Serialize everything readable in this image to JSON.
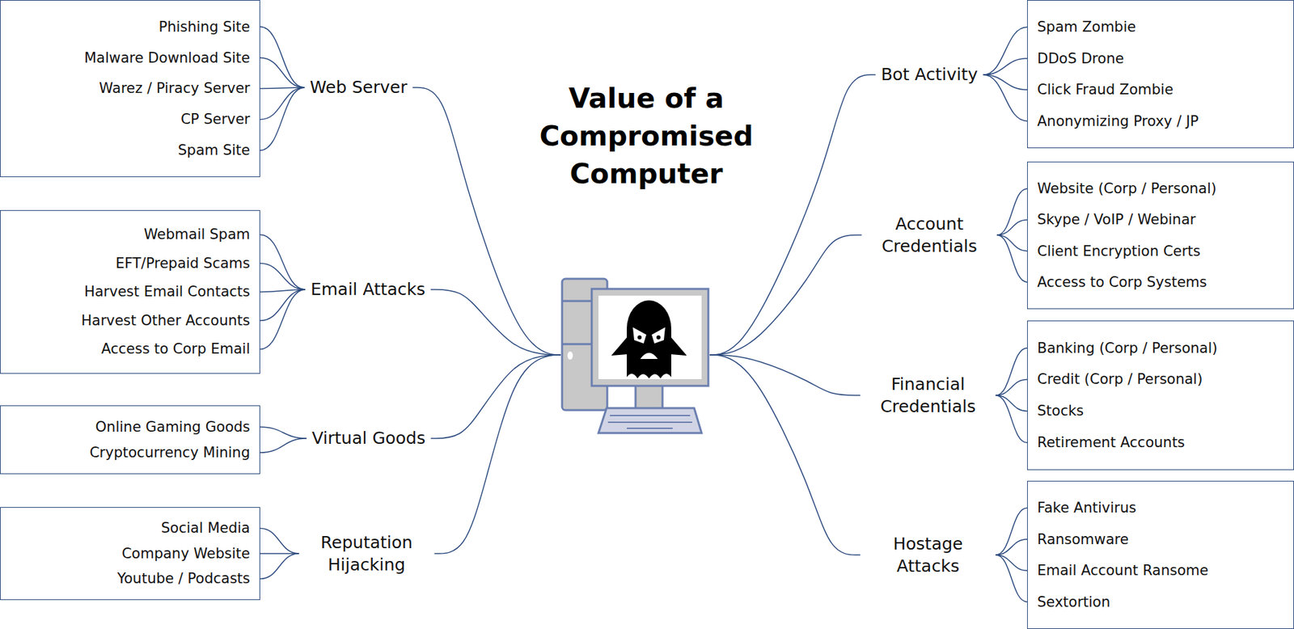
{
  "diagram": {
    "title": "Value of a Compromised Computer",
    "nodes": [
      {
        "text": [
          "Web Server",
          "Phishing Site",
          "Malware Download Site",
          "Warez / Piracy Server",
          "CP Server",
          "Spam Site"
        ]
      },
      {
        "text": [
          "Email Attacks",
          "Webmail Spam",
          "EFT/Prepaid Scams",
          "Harvest Email Contacts",
          "Harvest Other Accounts",
          "Access to Corp Email"
        ]
      },
      {
        "text": [
          "Virtual Goods",
          "Online Gaming Goods",
          "Cryptocurrency Mining"
        ]
      },
      {
        "text": [
          "Reputation Hijacking",
          "Social Media",
          "Company Website",
          "Youtube / Podcasts"
        ]
      },
      {
        "text": [
          "Bot Activity",
          "Spam Zombie",
          "DDoS Drone",
          "Click Fraud Zombie",
          "Anonymizing Proxy / JP"
        ]
      },
      {
        "text": [
          "Account Credentials",
          "Website (Corp / Personal)",
          "Skype / VoIP / Webinar",
          "Client Encryption Certs",
          "Access to Corp Systems"
        ]
      },
      {
        "text": [
          "Financial Credentials",
          "Banking (Corp / Personal)",
          "Credit (Corp / Personal)",
          "Stocks",
          "Retirement Accounts"
        ]
      },
      {
        "text": [
          "Hostage Attacks",
          "Fake Antivirus",
          "Ransomware",
          "Email Account Ransome",
          "Sextortion"
        ]
      }
    ]
  }
}
